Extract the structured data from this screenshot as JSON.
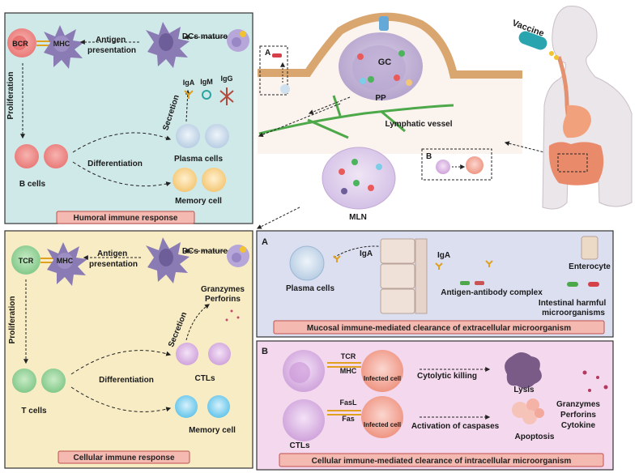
{
  "colors": {
    "humoral_bg": "#cfe8e8",
    "cellular_bg": "#f8ecc4",
    "mucosal_bg": "#dcdff0",
    "intracellular_bg": "#f3d8ee",
    "title_box": "#f4b9b1",
    "title_border": "#c0504d"
  },
  "humoral": {
    "title": "Humoral immune response",
    "bcr": "BCR",
    "mhc": "MHC",
    "antigen_presentation": "Antigen\npresentation",
    "dcs_mature": "DCs mature",
    "proliferation": "Proliferation",
    "secretion": "Secretion",
    "iga": "IgA",
    "igm": "IgM",
    "igg": "IgG",
    "plasma_cells": "Plasma cells",
    "differentiation": "Differentiation",
    "b_cells": "B cells",
    "memory_cell": "Memory cell"
  },
  "gut": {
    "a_label": "A",
    "b_label": "B",
    "gc": "GC",
    "pp": "PP",
    "lymphatic_vessel": "Lymphatic vessel",
    "mln": "MLN",
    "vaccine": "Vaccine"
  },
  "cellular": {
    "title": "Cellular immune response",
    "tcr": "TCR",
    "mhc": "MHC",
    "antigen_presentation": "Antigen\npresentation",
    "dcs_mature": "DCs mature",
    "granzymes": "Granzymes",
    "perforins": "Perforins",
    "secretion": "Secretion",
    "proliferation": "Proliferation",
    "differentiation": "Differentiation",
    "ctls": "CTLs",
    "t_cells": "T cells",
    "memory_cell": "Memory cell"
  },
  "mucosal": {
    "letter": "A",
    "plasma_cells": "Plasma cells",
    "iga_1": "IgA",
    "iga_2": "IgA",
    "enterocyte": "Enterocyte",
    "complex": "Antigen-antibody complex",
    "harmful": "Intestinal harmful\nmicroorganisms",
    "title": "Mucosal immune-mediated clearance of extracellular microorganism"
  },
  "intracellular": {
    "letter": "B",
    "tcr": "TCR",
    "mhc": "MHC",
    "fasl": "FasL",
    "fas": "Fas",
    "infected_1": "Infected cell",
    "infected_2": "Infected cell",
    "cytolytic": "Cytolytic killing",
    "activation": "Activation of caspases",
    "lysis": "Lysis",
    "apoptosis": "Apoptosis",
    "ctls": "CTLs",
    "granzymes": "Granzymes",
    "perforins": "Perforins",
    "cytokine": "Cytokine",
    "title": "Cellular immune-mediated clearance of intracellular microorganism"
  }
}
